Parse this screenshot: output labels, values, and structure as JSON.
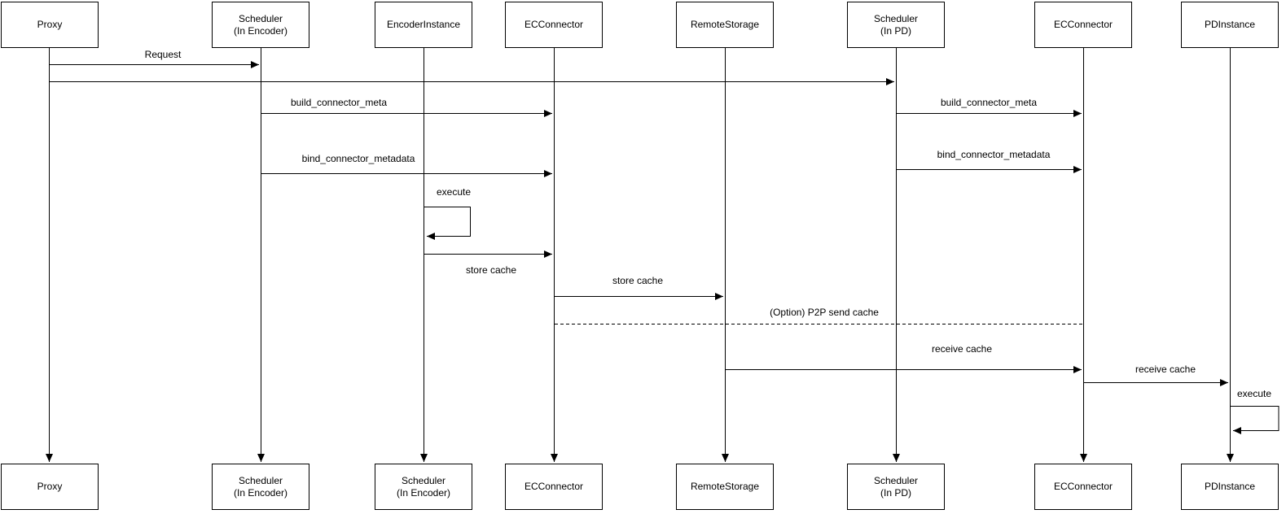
{
  "diagram": {
    "type": "uml-sequence-diagram",
    "participants_top": [
      "Proxy",
      "Scheduler\n(In Encoder)",
      "EncoderInstance",
      "ECConnector",
      "RemoteStorage",
      "Scheduler\n(In PD)",
      "ECConnector",
      "PDInstance"
    ],
    "participants_bottom": [
      "Proxy",
      "Scheduler\n(In Encoder)",
      "Scheduler\n(In Encoder)",
      "ECConnector",
      "RemoteStorage",
      "Scheduler\n(In PD)",
      "ECConnector",
      "PDInstance"
    ],
    "messages": {
      "request": "Request",
      "build_connector_meta_left": "build_connector_meta",
      "build_connector_meta_right": "build_connector_meta",
      "bind_connector_metadata_left": "bind_connector_metadata",
      "bind_connector_metadata_right": "bind_connector_metadata",
      "execute_encoder": "execute",
      "store_cache_encoder": "store cache",
      "store_cache_remote": "store cache",
      "p2p_send_cache": "(Option) P2P send cache",
      "receive_cache_remote": "receive cache",
      "receive_cache_pd": "receive cache",
      "execute_pd": "execute"
    },
    "colors": {
      "line": "#000000",
      "text": "#000000",
      "background": "#ffffff"
    }
  }
}
